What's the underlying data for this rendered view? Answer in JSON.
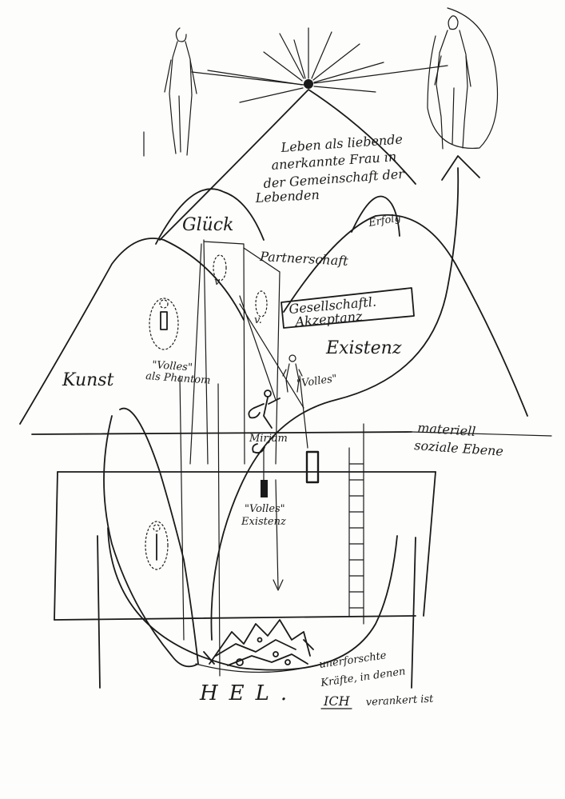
{
  "labels": {
    "leben_line1": "Leben als liebende",
    "leben_line2": "anerkannte Frau in",
    "leben_line3": "der Gemeinschaft der",
    "leben_line4": "Lebenden",
    "glueck": "Glück",
    "erfolg": "Erfolg",
    "partnerschaft": "Partnerschaft",
    "gesellschaft_line1": "Gesellschaftl.",
    "gesellschaft_line2": "Akzeptanz",
    "existenz": "Existenz",
    "kunst": "Kunst",
    "volles_phantom_line1": "\"Volles\"",
    "volles_phantom_line2": "als Phantom",
    "volles_right": "\"Volles\"",
    "mirjam": "Mirjam",
    "volles_existenz_line1": "\"Volles\"",
    "volles_existenz_line2": "Existenz",
    "materiell_line1": "materiell",
    "materiell_line2": "soziale Ebene",
    "hell": "HEL.",
    "unerforschte_line1": "unerforschte",
    "unerforschte_line2": "Kräfte, in denen",
    "ich": "ICH",
    "verankert": "verankert ist",
    "v_mark_1": "v.",
    "v_mark_2": "v."
  }
}
